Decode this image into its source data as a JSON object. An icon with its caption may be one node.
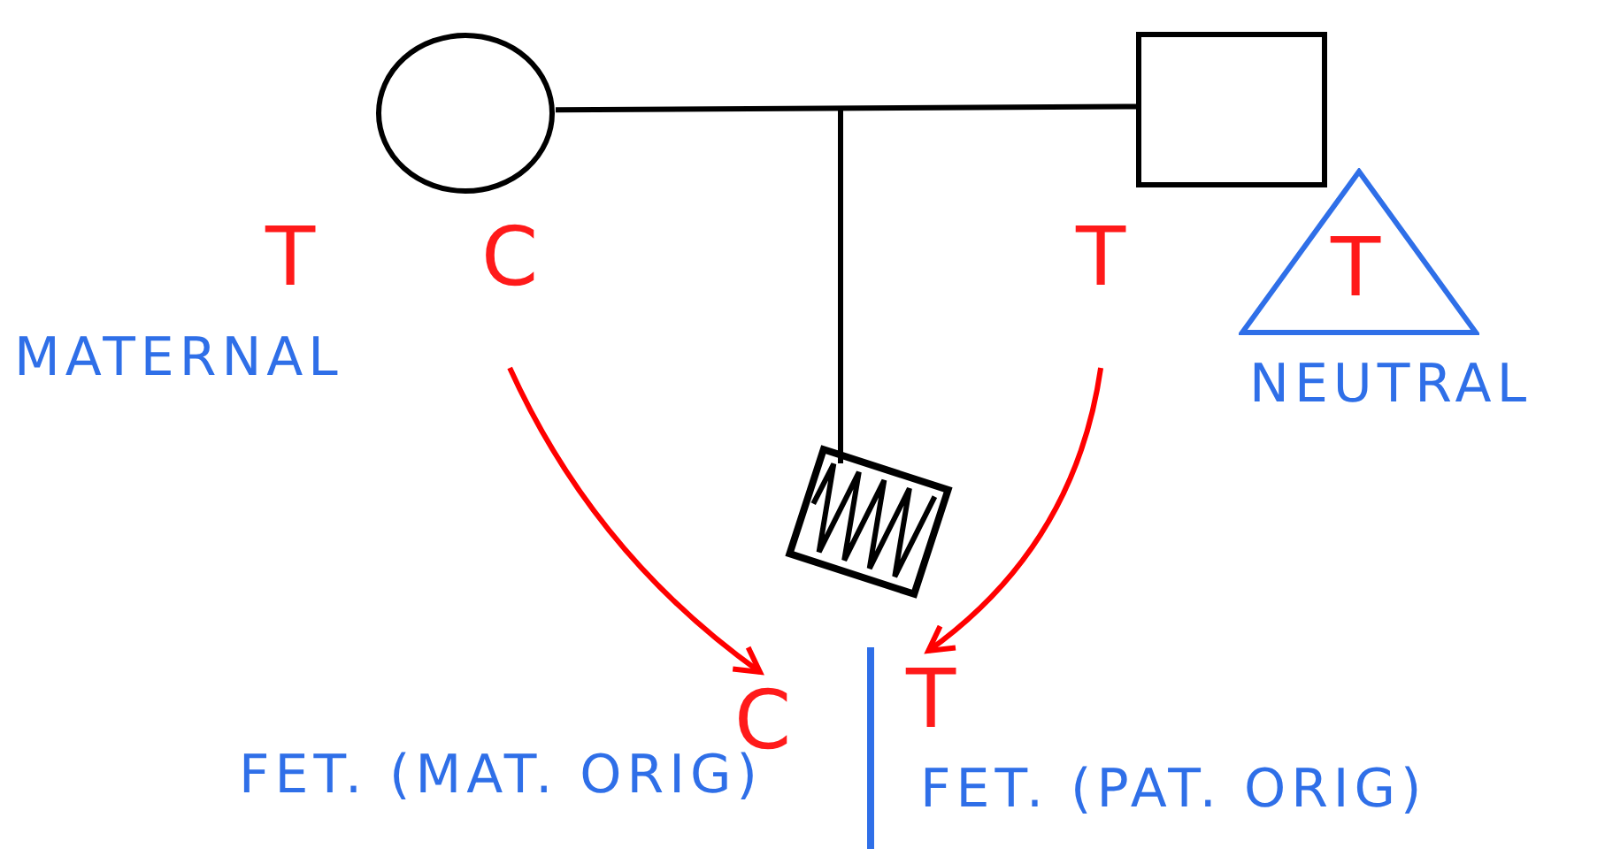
{
  "diagram": {
    "nodes": [
      {
        "text": [],
        "shape": "circle"
      },
      {
        "text": [],
        "shape": "box"
      },
      {
        "text": [
          "C"
        ]
      },
      {
        "text": [
          "T"
        ]
      },
      {
        "text": [
          "T"
        ],
        "beside": [
          "NEUTRAL"
        ]
      },
      {
        "text": [],
        "shape": "box"
      },
      {
        "text": [
          "C"
        ]
      },
      {
        "text": [
          "T"
        ]
      }
    ],
    "edges": [
      {
        "from": 0,
        "to": 1,
        "arrow": "none"
      },
      {
        "from": null,
        "to": 5,
        "arrow": "none"
      },
      {
        "from": 2,
        "to": 6,
        "arrow": "to",
        "color": "#ff0000"
      },
      {
        "from": 3,
        "to": 7,
        "arrow": "to",
        "color": "#ff0000"
      }
    ],
    "labels": [
      "T",
      "MATERNAL",
      "FET. (MAT. ORIG)",
      "FET. (PAT. ORIG)"
    ]
  }
}
